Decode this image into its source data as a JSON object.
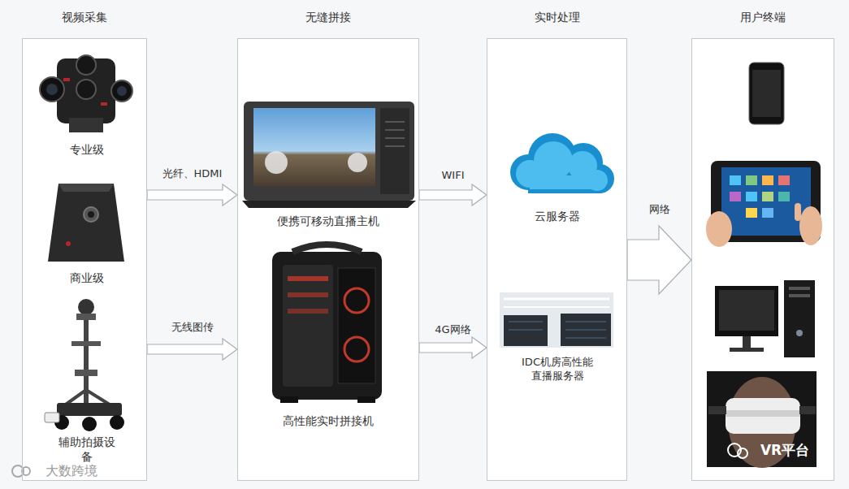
{
  "diagram": {
    "nodes": [
      {
        "text": [
          "视频采集"
        ]
      },
      {
        "text": [
          "无缝拼接"
        ]
      },
      {
        "text": [
          "实时处理"
        ]
      },
      {
        "text": [
          "用户终端"
        ]
      }
    ],
    "edges": [
      {
        "from": 0,
        "to": 1,
        "label": "光纤、HDMI",
        "arrow": "to"
      },
      {
        "from": 0,
        "to": 1,
        "label": "无线图传",
        "arrow": "to"
      },
      {
        "from": 1,
        "to": 2,
        "label": "WIFI",
        "arrow": "to"
      },
      {
        "from": 1,
        "to": 2,
        "label": "4G网络",
        "arrow": "to"
      },
      {
        "from": 2,
        "to": 3,
        "label": "网络",
        "arrow": "to"
      }
    ],
    "labels": [
      "专业级",
      "商业级",
      "辅助拍摄设备",
      "便携可移动直播主机",
      "高性能实时拼接机",
      "云服务器",
      "IDC机房高性能直播服务器",
      "大数跨境",
      "VR平台"
    ]
  }
}
